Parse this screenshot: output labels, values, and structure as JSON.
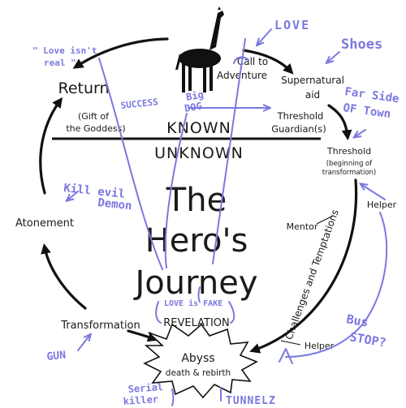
{
  "title": {
    "line1": "The",
    "line2": "Hero's",
    "line3": "Journey"
  },
  "divider": {
    "top": "KNOWN",
    "bottom": "UNKNOWN"
  },
  "stages": {
    "call": {
      "line1": "Call to",
      "line2": "Adventure"
    },
    "aid": {
      "line1": "Supernatural",
      "line2": "aid"
    },
    "guardian": {
      "line1": "Threshold",
      "line2": "Guardian(s)"
    },
    "threshold": {
      "line1": "Threshold",
      "line2": "(beginning of",
      "line3": "transformation)"
    },
    "helper_top": "Helper",
    "mentor": "Mentor",
    "trials": "Challenges and Temptations",
    "helper_bottom": "Helper",
    "abyss": {
      "line1": "Abyss",
      "line2": "death & rebirth"
    },
    "revelation": "REVELATION",
    "transformation": "Transformation",
    "atonement": "Atonement",
    "return": "Return",
    "gift": {
      "line1": "(Gift of",
      "line2": "the Goddess)"
    }
  },
  "annotations": {
    "love": "LOVE",
    "shoes": "Shoes",
    "far_side": {
      "line1": "Far Side",
      "line2": "OF Town"
    },
    "love_isnt_real": {
      "line1": "\" Love isn't",
      "line2": "real \""
    },
    "success": "SUCCESS",
    "big_dog": {
      "line1": "Big",
      "line2": "DOG"
    },
    "kill_demon": {
      "line1": "Kill evil",
      "line2": "Demon"
    },
    "love_is_fake": "LOVE is FAKE",
    "bus_stop": {
      "line1": "Bus",
      "line2": "STOP?"
    },
    "gun": "GUN",
    "serial_killer": {
      "line1": "Serial",
      "line2": "killer"
    },
    "tunnel": "TUNNELZ"
  },
  "icons": {
    "giraffe": "giraffe-icon"
  },
  "colors": {
    "ink": "#1a1a1a",
    "pen": "#7b78e0",
    "background": "#ffffff"
  }
}
